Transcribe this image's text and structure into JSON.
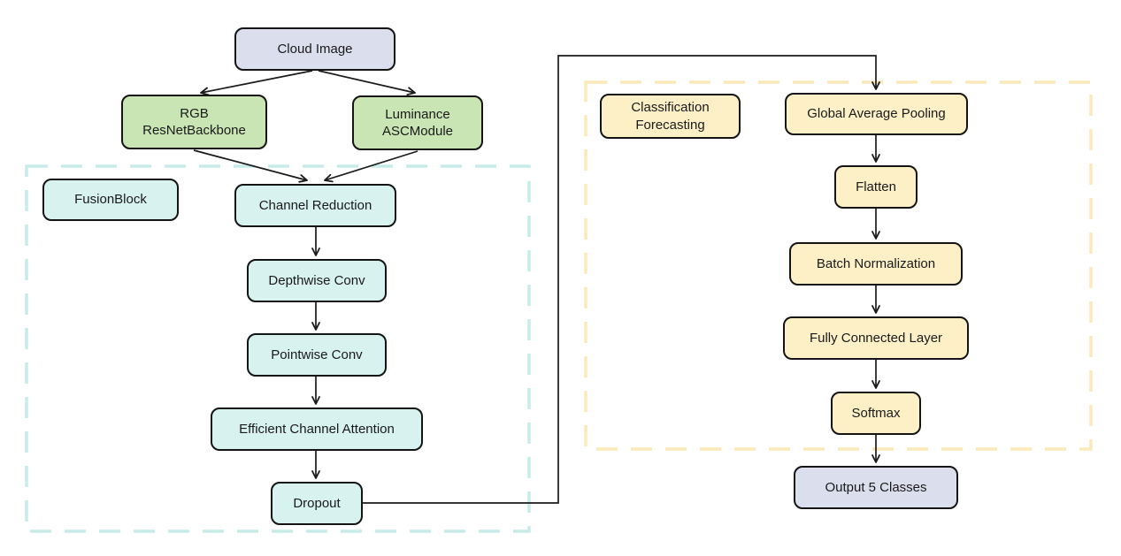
{
  "diagram": {
    "nodes": {
      "cloud_image": {
        "label": "Cloud Image",
        "fill": "#dbdeed"
      },
      "rgb_backbone": {
        "label": "RGB\nResNetBackbone",
        "fill": "#c8e5b3"
      },
      "luminance_asc": {
        "label": "Luminance\nASCModule",
        "fill": "#c8e5b3"
      },
      "fusion_label": {
        "label": "FusionBlock",
        "fill": "#d7f2ef"
      },
      "channel_reduction": {
        "label": "Channel Reduction",
        "fill": "#d7f2ef"
      },
      "depthwise_conv": {
        "label": "Depthwise Conv",
        "fill": "#d7f2ef"
      },
      "pointwise_conv": {
        "label": "Pointwise Conv",
        "fill": "#d7f2ef"
      },
      "eca": {
        "label": "Efficient Channel Attention",
        "fill": "#d7f2ef"
      },
      "dropout": {
        "label": "Dropout",
        "fill": "#d7f2ef"
      },
      "classification_label": {
        "label": "Classification\nForecasting",
        "fill": "#fdf0c7"
      },
      "gap": {
        "label": "Global Average Pooling",
        "fill": "#fdf0c7"
      },
      "flatten": {
        "label": "Flatten",
        "fill": "#fdf0c7"
      },
      "batch_norm": {
        "label": "Batch Normalization",
        "fill": "#fdf0c7"
      },
      "fc": {
        "label": "Fully Connected Layer",
        "fill": "#fdf0c7"
      },
      "softmax": {
        "label": "Softmax",
        "fill": "#fdf0c7"
      },
      "output": {
        "label": "Output 5 Classes",
        "fill": "#dbdeed"
      }
    },
    "containers": {
      "fusion_block": {
        "border_color": "#c7ece8"
      },
      "classification": {
        "border_color": "#fbe9ba"
      }
    },
    "edges": [
      {
        "from": "cloud_image",
        "to": "rgb_backbone"
      },
      {
        "from": "cloud_image",
        "to": "luminance_asc"
      },
      {
        "from": "rgb_backbone",
        "to": "channel_reduction"
      },
      {
        "from": "luminance_asc",
        "to": "channel_reduction"
      },
      {
        "from": "channel_reduction",
        "to": "depthwise_conv"
      },
      {
        "from": "depthwise_conv",
        "to": "pointwise_conv"
      },
      {
        "from": "pointwise_conv",
        "to": "eca"
      },
      {
        "from": "eca",
        "to": "dropout"
      },
      {
        "from": "dropout",
        "to": "gap"
      },
      {
        "from": "gap",
        "to": "flatten"
      },
      {
        "from": "flatten",
        "to": "batch_norm"
      },
      {
        "from": "batch_norm",
        "to": "fc"
      },
      {
        "from": "fc",
        "to": "softmax"
      },
      {
        "from": "softmax",
        "to": "output"
      }
    ],
    "edge_color": "#1a1a1a"
  }
}
